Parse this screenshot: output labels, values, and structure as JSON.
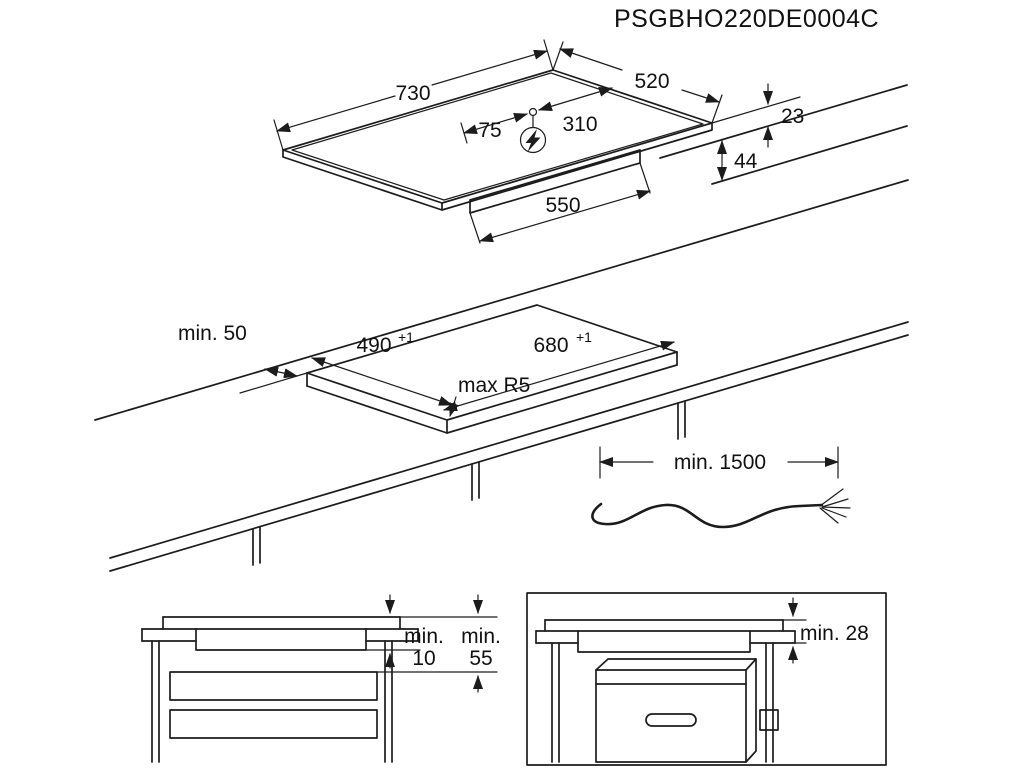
{
  "title": "PSGBHO220DE0004C",
  "colors": {
    "line": "#1c1c1c",
    "background": "#ffffff"
  },
  "hob": {
    "width": "730",
    "depth": "520",
    "cable_offset_left": "75",
    "cable_offset_right": "310",
    "body_width": "550",
    "height_above_worktop": "23",
    "height_below_worktop": "44",
    "power_symbol": "lightning-bolt"
  },
  "worktop": {
    "rear_clearance": "min. 50",
    "cutout_depth": "490",
    "cutout_depth_tolerance": "+1",
    "cutout_width": "680",
    "cutout_width_tolerance": "+1",
    "corner_radius": "max R5",
    "cable_length": "min. 1500"
  },
  "cabinet_view": {
    "label_min_1": "min.",
    "clearance_1": "10",
    "label_min_2": "min.",
    "clearance_2": "55"
  },
  "oven_view": {
    "clearance": "min. 28"
  }
}
